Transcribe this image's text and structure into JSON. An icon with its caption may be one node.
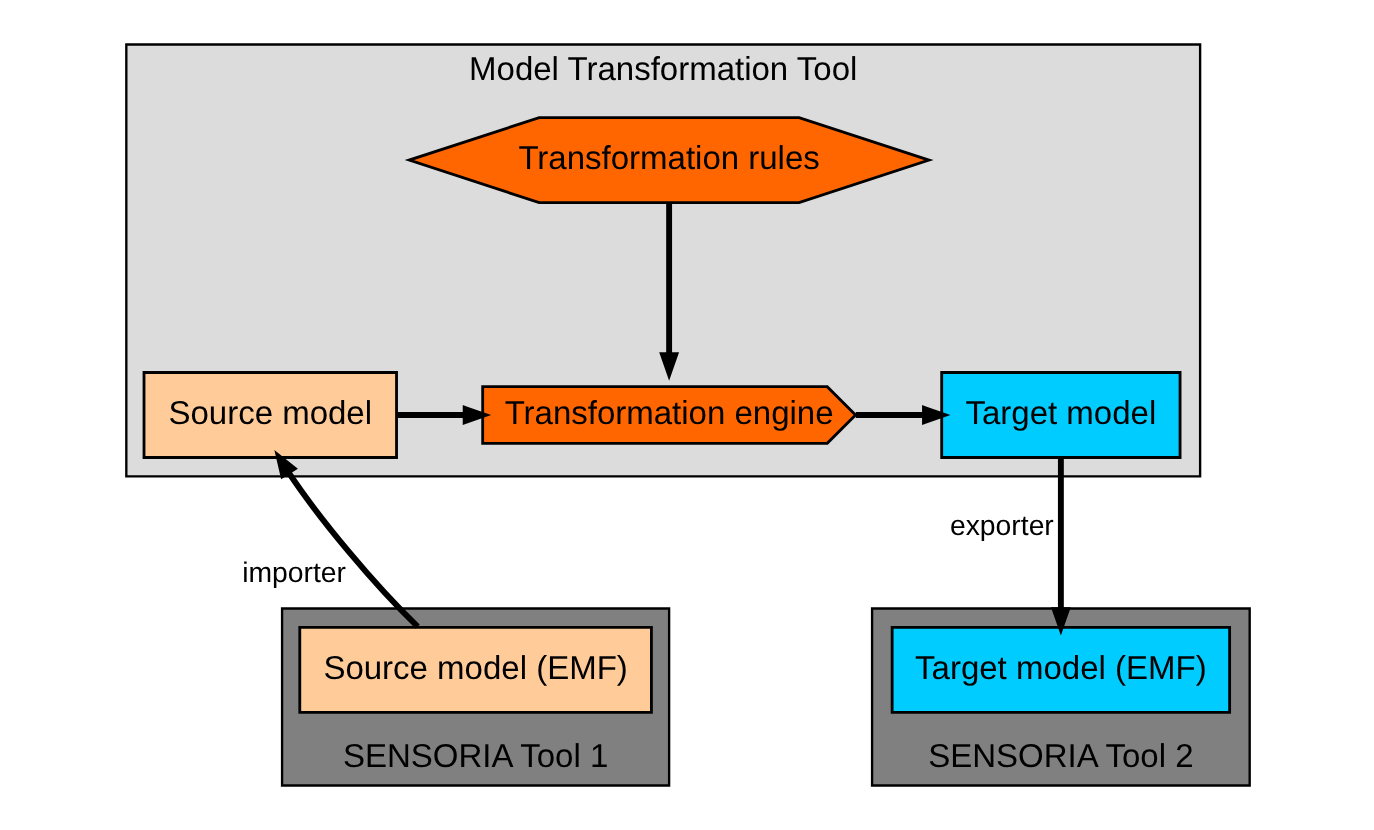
{
  "diagram": {
    "nodes": [
      {
        "text": [
          "Model Transformation Tool"
        ]
      },
      {
        "text": [
          "Transformation rules"
        ],
        "in": 0
      },
      {
        "text": [
          "Source model"
        ],
        "in": 0
      },
      {
        "text": [
          "Transformation engine"
        ],
        "in": 0
      },
      {
        "text": [
          "Target model"
        ],
        "in": 0
      },
      {
        "text": [
          "SENSORIA Tool 1"
        ]
      },
      {
        "text": [
          "Source model (EMF)"
        ],
        "in": 5
      },
      {
        "text": [
          "SENSORIA Tool 2"
        ]
      },
      {
        "text": [
          "Target model (EMF)"
        ],
        "in": 7
      }
    ],
    "edges": [
      {
        "from": 1,
        "to": 3,
        "arrow": "to"
      },
      {
        "from": 2,
        "to": 3,
        "arrow": "to"
      },
      {
        "from": 3,
        "to": 4,
        "arrow": "to"
      },
      {
        "from": 6,
        "to": 2,
        "arrow": "to",
        "label": "importer"
      },
      {
        "from": 4,
        "to": 8,
        "arrow": "to",
        "label": "exporter"
      }
    ]
  }
}
